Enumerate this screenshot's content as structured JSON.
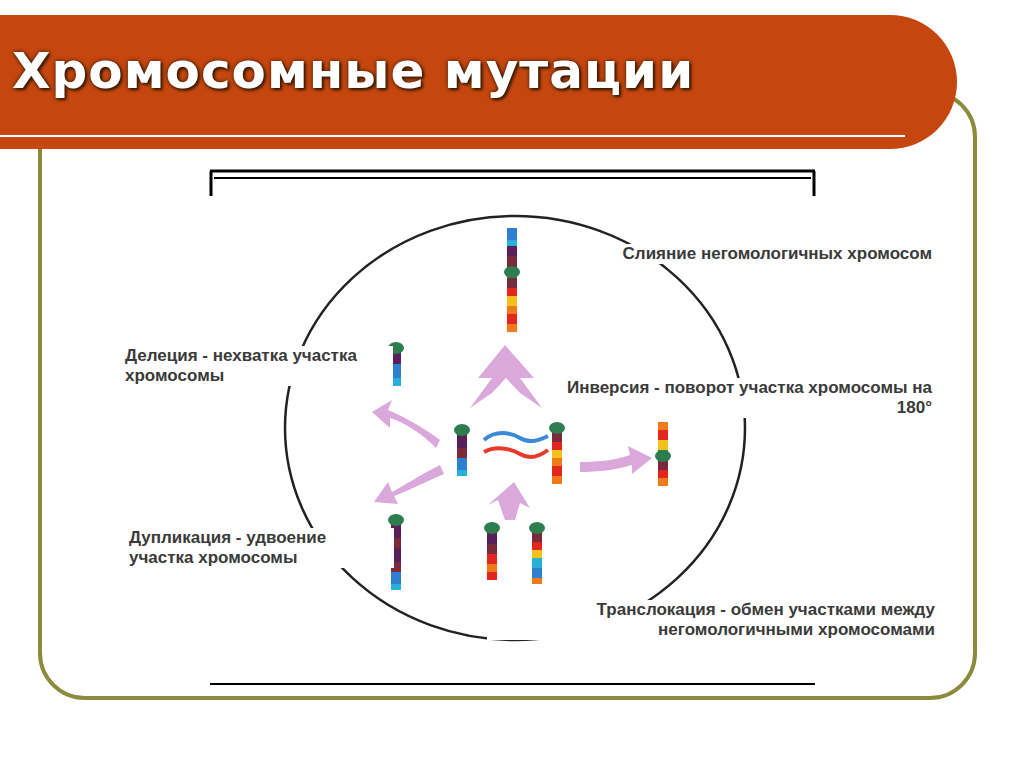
{
  "diagram": {
    "title": "Хромосомные мутации",
    "labels": [
      "Слияние негомологичных хромосом",
      "Делеция - нехватка участка хромосомы",
      "Инверсия - поворот участка хромосомы на 180°",
      "Дупликация - удвоение участка хромосомы",
      "Транслокация - обмен участками между негомологичными хромосомами"
    ]
  }
}
